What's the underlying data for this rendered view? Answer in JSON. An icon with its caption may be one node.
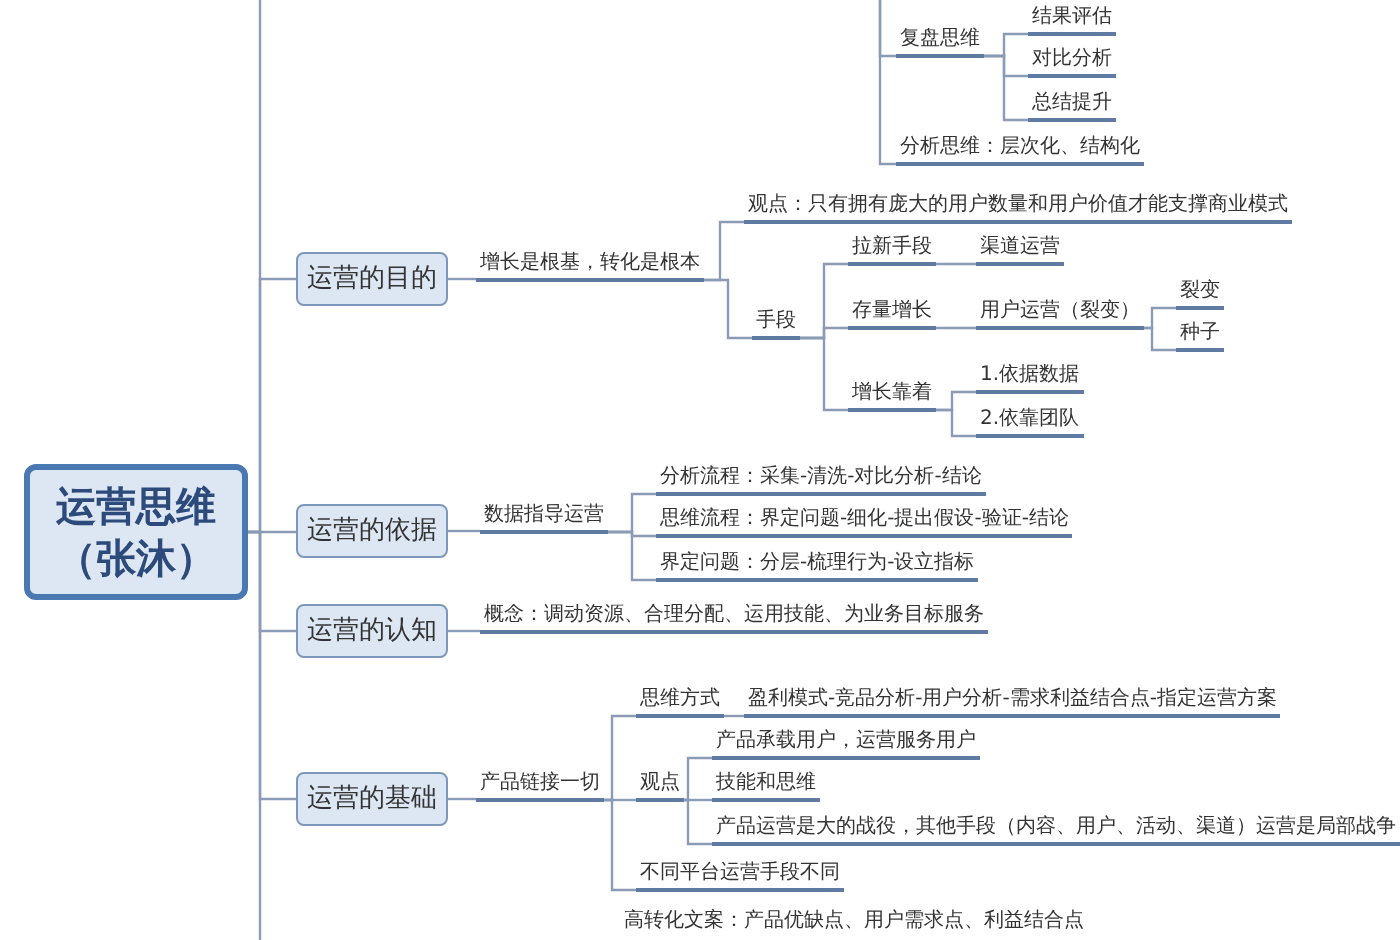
{
  "diagram": {
    "nodes": [
      {
        "text": [
          "运营思维（张沐）"
        ]
      },
      {
        "text": [
          "运营的目的"
        ]
      },
      {
        "text": [
          "增长是根基，转化是根本"
        ]
      },
      {
        "text": [
          "观点：只有拥有庞大的用户数量和用户价值才能支撑商业模式"
        ]
      },
      {
        "text": [
          "手段"
        ]
      },
      {
        "text": [
          "拉新手段"
        ]
      },
      {
        "text": [
          "渠道运营"
        ]
      },
      {
        "text": [
          "存量增长"
        ]
      },
      {
        "text": [
          "用户运营（裂变）"
        ]
      },
      {
        "text": [
          "裂变"
        ]
      },
      {
        "text": [
          "种子"
        ]
      },
      {
        "text": [
          "增长靠着"
        ]
      },
      {
        "text": [
          "1.依据数据"
        ]
      },
      {
        "text": [
          "2.依靠团队"
        ]
      },
      {
        "text": [
          "运营的依据"
        ]
      },
      {
        "text": [
          "数据指导运营"
        ]
      },
      {
        "text": [
          "分析流程：采集-清洗-对比分析-结论"
        ]
      },
      {
        "text": [
          "思维流程：界定问题-细化-提出假设-验证-结论"
        ]
      },
      {
        "text": [
          "界定问题：分层-梳理行为-设立指标"
        ]
      },
      {
        "text": [
          "运营的认知"
        ]
      },
      {
        "text": [
          "概念：调动资源、合理分配、运用技能、为业务目标服务"
        ]
      },
      {
        "text": [
          "运营的基础"
        ]
      },
      {
        "text": [
          "产品链接一切"
        ]
      },
      {
        "text": [
          "思维方式"
        ]
      },
      {
        "text": [
          "盈利模式-竞品分析-用户分析-需求利益结合点-指定运营方案"
        ]
      },
      {
        "text": [
          "观点"
        ]
      },
      {
        "text": [
          "产品承载用户，运营服务用户"
        ]
      },
      {
        "text": [
          "技能和思维"
        ]
      },
      {
        "text": [
          "产品运营是大的战役，其他手段（内容、用户、活动、渠道）运营是局部战争"
        ]
      },
      {
        "text": [
          "不同平台运营手段不同"
        ]
      },
      {
        "text": [
          "结果评估"
        ]
      },
      {
        "text": [
          "对比分析"
        ]
      },
      {
        "text": [
          "总结提升"
        ]
      },
      {
        "text": [
          "复盘思维"
        ]
      },
      {
        "text": [
          "分析思维：层次化、结构化"
        ]
      }
    ],
    "edges": [
      {
        "from": 0,
        "to": 1,
        "arrow": "none"
      },
      {
        "from": 0,
        "to": 14,
        "arrow": "none"
      },
      {
        "from": 0,
        "to": 19,
        "arrow": "none"
      },
      {
        "from": 0,
        "to": 21,
        "arrow": "none"
      },
      {
        "from": 1,
        "to": 2,
        "arrow": "none"
      },
      {
        "from": 2,
        "to": 3,
        "arrow": "none"
      },
      {
        "from": 2,
        "to": 4,
        "arrow": "none"
      },
      {
        "from": 4,
        "to": 5,
        "arrow": "none"
      },
      {
        "from": 5,
        "to": 6,
        "arrow": "none"
      },
      {
        "from": 4,
        "to": 7,
        "arrow": "none"
      },
      {
        "from": 7,
        "to": 8,
        "arrow": "none"
      },
      {
        "from": 8,
        "to": 9,
        "arrow": "none"
      },
      {
        "from": 8,
        "to": 10,
        "arrow": "none"
      },
      {
        "from": 4,
        "to": 11,
        "arrow": "none"
      },
      {
        "from": 11,
        "to": 12,
        "arrow": "none"
      },
      {
        "from": 11,
        "to": 13,
        "arrow": "none"
      },
      {
        "from": 14,
        "to": 15,
        "arrow": "none"
      },
      {
        "from": 15,
        "to": 16,
        "arrow": "none"
      },
      {
        "from": 15,
        "to": 17,
        "arrow": "none"
      },
      {
        "from": 15,
        "to": 18,
        "arrow": "none"
      },
      {
        "from": 19,
        "to": 20,
        "arrow": "none"
      },
      {
        "from": 21,
        "to": 22,
        "arrow": "none"
      },
      {
        "from": 22,
        "to": 23,
        "arrow": "none"
      },
      {
        "from": 23,
        "to": 24,
        "arrow": "none"
      },
      {
        "from": 22,
        "to": 25,
        "arrow": "none"
      },
      {
        "from": 25,
        "to": 26,
        "arrow": "none"
      },
      {
        "from": 25,
        "to": 27,
        "arrow": "none"
      },
      {
        "from": 25,
        "to": 28,
        "arrow": "none"
      },
      {
        "from": 22,
        "to": 29,
        "arrow": "none"
      },
      {
        "from": 33,
        "to": 30,
        "arrow": "none"
      },
      {
        "from": 33,
        "to": 31,
        "arrow": "none"
      },
      {
        "from": 33,
        "to": 32,
        "arrow": "none"
      },
      {
        "from": null,
        "to": 33,
        "arrow": "none"
      },
      {
        "from": null,
        "to": 34,
        "arrow": "none"
      }
    ],
    "labels": [
      "高转化文案：产品优缺点、用户需求点、利益结合点"
    ]
  }
}
